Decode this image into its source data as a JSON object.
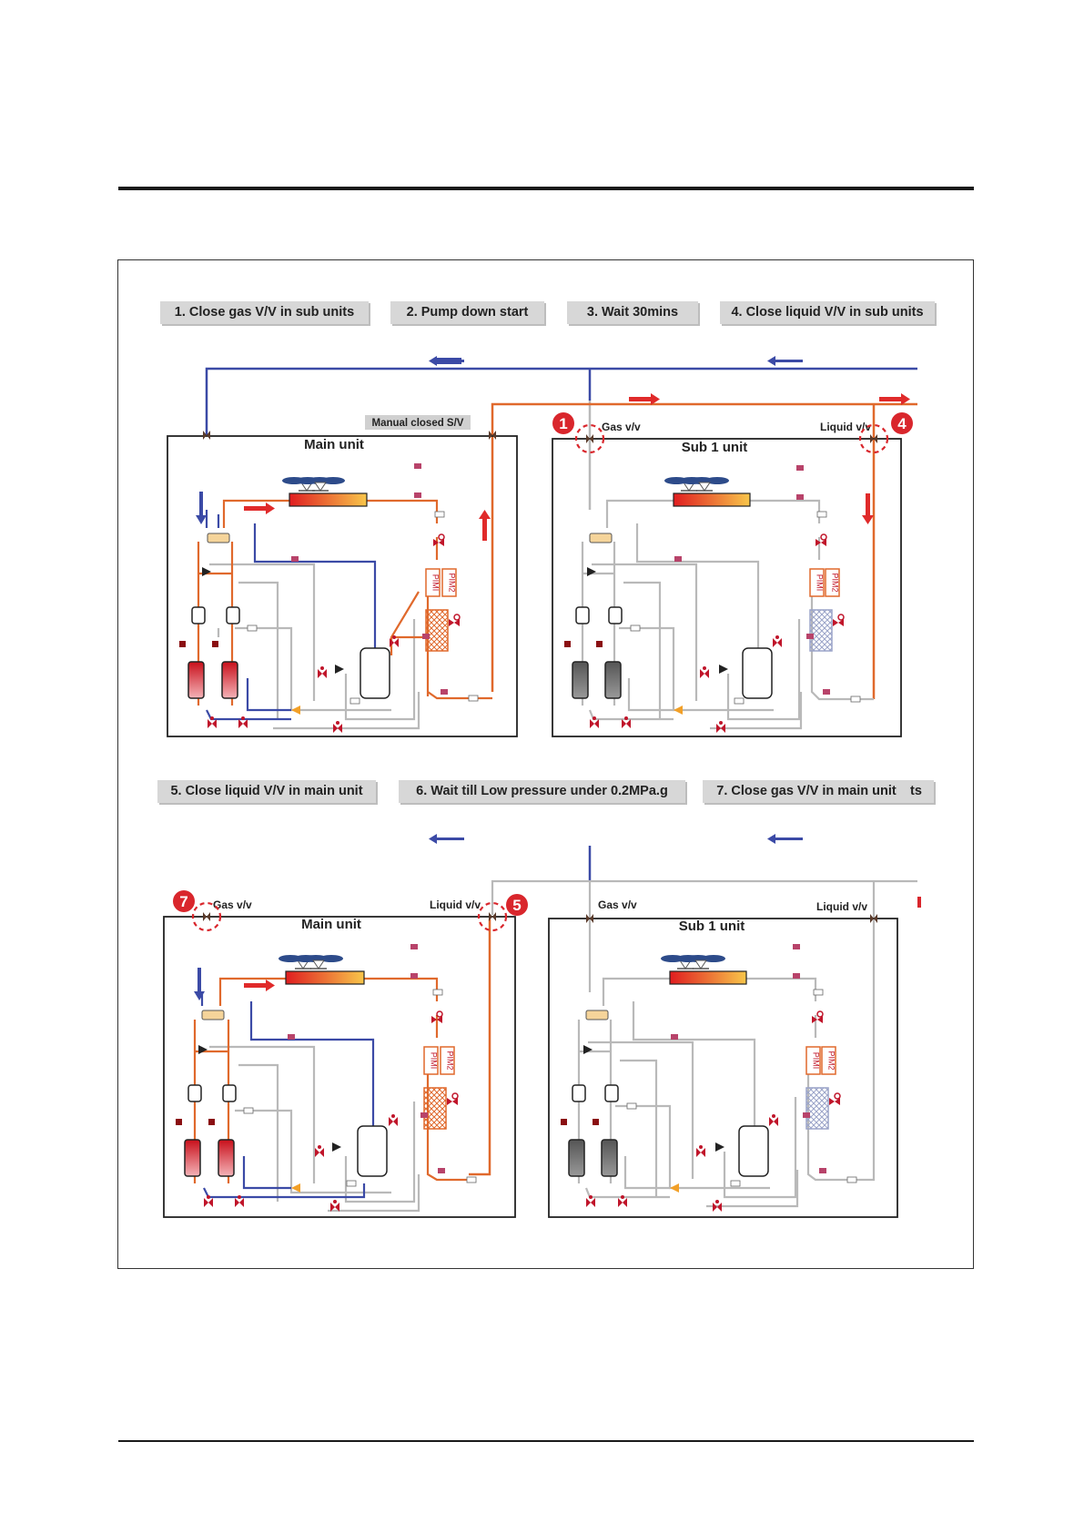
{
  "steps_top": [
    "1. Close gas V/V in sub units",
    "2. Pump down start",
    "3. Wait 30mins",
    "4. Close liquid V/V in sub units"
  ],
  "steps_bottom": [
    "5. Close liquid V/V in main unit",
    "6. Wait till Low pressure under 0.2MPa.g",
    "7. Close gas V/V in main unit"
  ],
  "clipped_text": "ts",
  "labels": {
    "main_unit": "Main unit",
    "sub_unit": "Sub 1 unit",
    "manual_closed_sv": "Manual closed S/V",
    "gas_vv": "Gas v/v",
    "liquid_vv": "Liquid v/v",
    "comp1": "PIMI",
    "comp2": "PIM2"
  },
  "markers": {
    "m1": "1",
    "m4": "4",
    "m5": "5",
    "m7": "7"
  },
  "colors": {
    "low_pressure": "#3b4aa6",
    "high_pressure": "#e0692c",
    "flow_arrow": "#e02a2a",
    "inactive_pipe": "#b9b9b9",
    "marker": "#d9262c",
    "step_bg": "#d7d7d7"
  }
}
